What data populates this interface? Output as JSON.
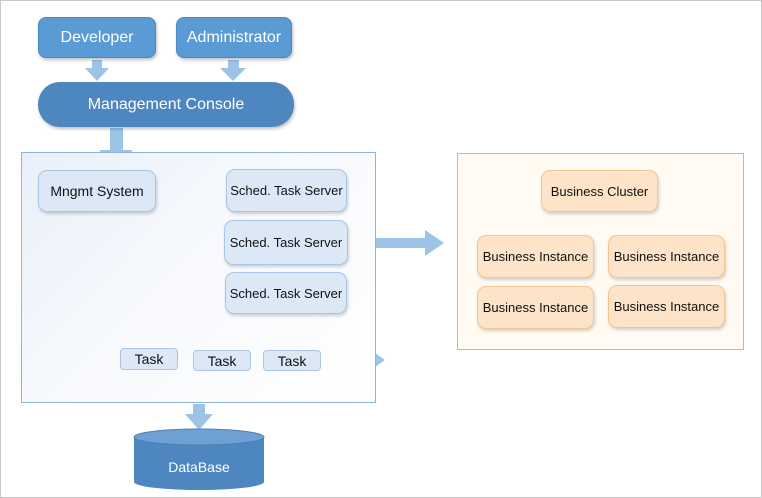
{
  "top": {
    "developer_label": "Developer",
    "administrator_label": "Administrator"
  },
  "console": {
    "label": "Management Console"
  },
  "left_panel": {
    "mgmt_system_label": "Mngmt System",
    "servers": [
      "Sched. Task Server",
      "Sched. Task Server",
      "Sched. Task Server"
    ],
    "tasks": [
      "Task",
      "Task",
      "Task"
    ]
  },
  "right_panel": {
    "cluster_label": "Business Cluster",
    "instances": [
      "Business Instance",
      "Business Instance",
      "Business Instance",
      "Business Instance"
    ]
  },
  "database": {
    "label": "DataBase"
  },
  "colors": {
    "top_pill": "#5b9bd5",
    "console": "#4e86c0",
    "arrow": "#9dc3e6",
    "node_blue": "#dde8f7",
    "node_orange": "#fde3c8",
    "right_border": "#e6b94e",
    "database": "#4e86c0"
  }
}
